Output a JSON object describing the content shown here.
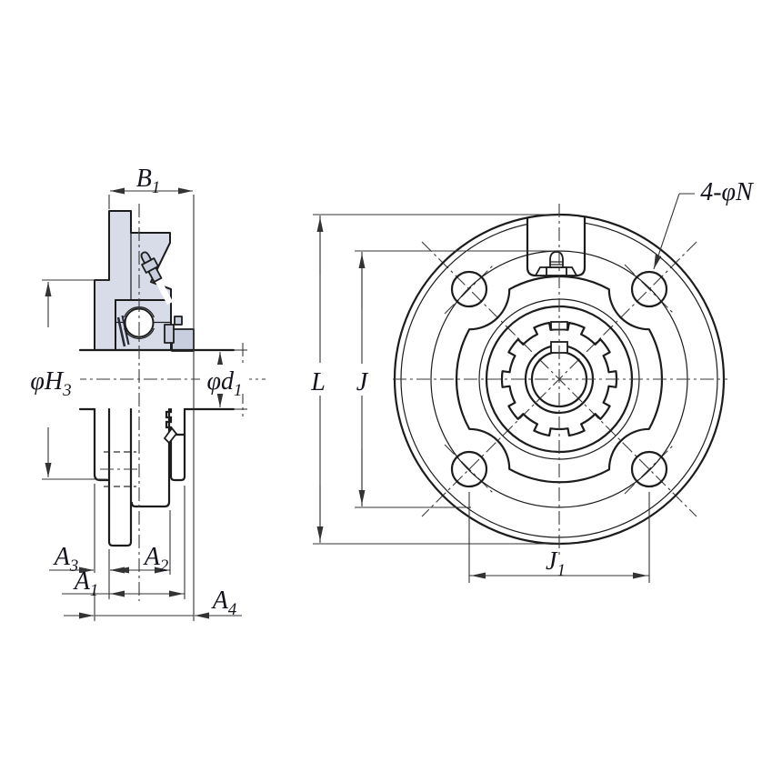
{
  "drawing": {
    "colors": {
      "line": "#1c1c1c",
      "dim_line": "#333333",
      "section_fill": "#d8dce9",
      "collar_fill": "#c8cede",
      "label": "#14141e"
    },
    "side_section_view": {
      "dimensions": {
        "b1": {
          "base": "B",
          "sub": "1"
        },
        "h3": {
          "prefix": "φ",
          "base": "H",
          "sub": "3"
        },
        "d1": {
          "prefix": "φ",
          "base": "d",
          "sub": "1"
        },
        "a3": {
          "base": "A",
          "sub": "3"
        },
        "a2": {
          "base": "A",
          "sub": "2"
        },
        "a1": {
          "base": "A",
          "sub": "1"
        },
        "a4": {
          "base": "A",
          "sub": "4"
        }
      }
    },
    "front_view": {
      "bolt_hole_count": 4,
      "dimensions": {
        "l": {
          "base": "L"
        },
        "j": {
          "base": "J"
        },
        "j1": {
          "base": "J",
          "sub": "1"
        },
        "bolt_note": {
          "prefix": "4-φ",
          "base": "N"
        }
      }
    }
  }
}
